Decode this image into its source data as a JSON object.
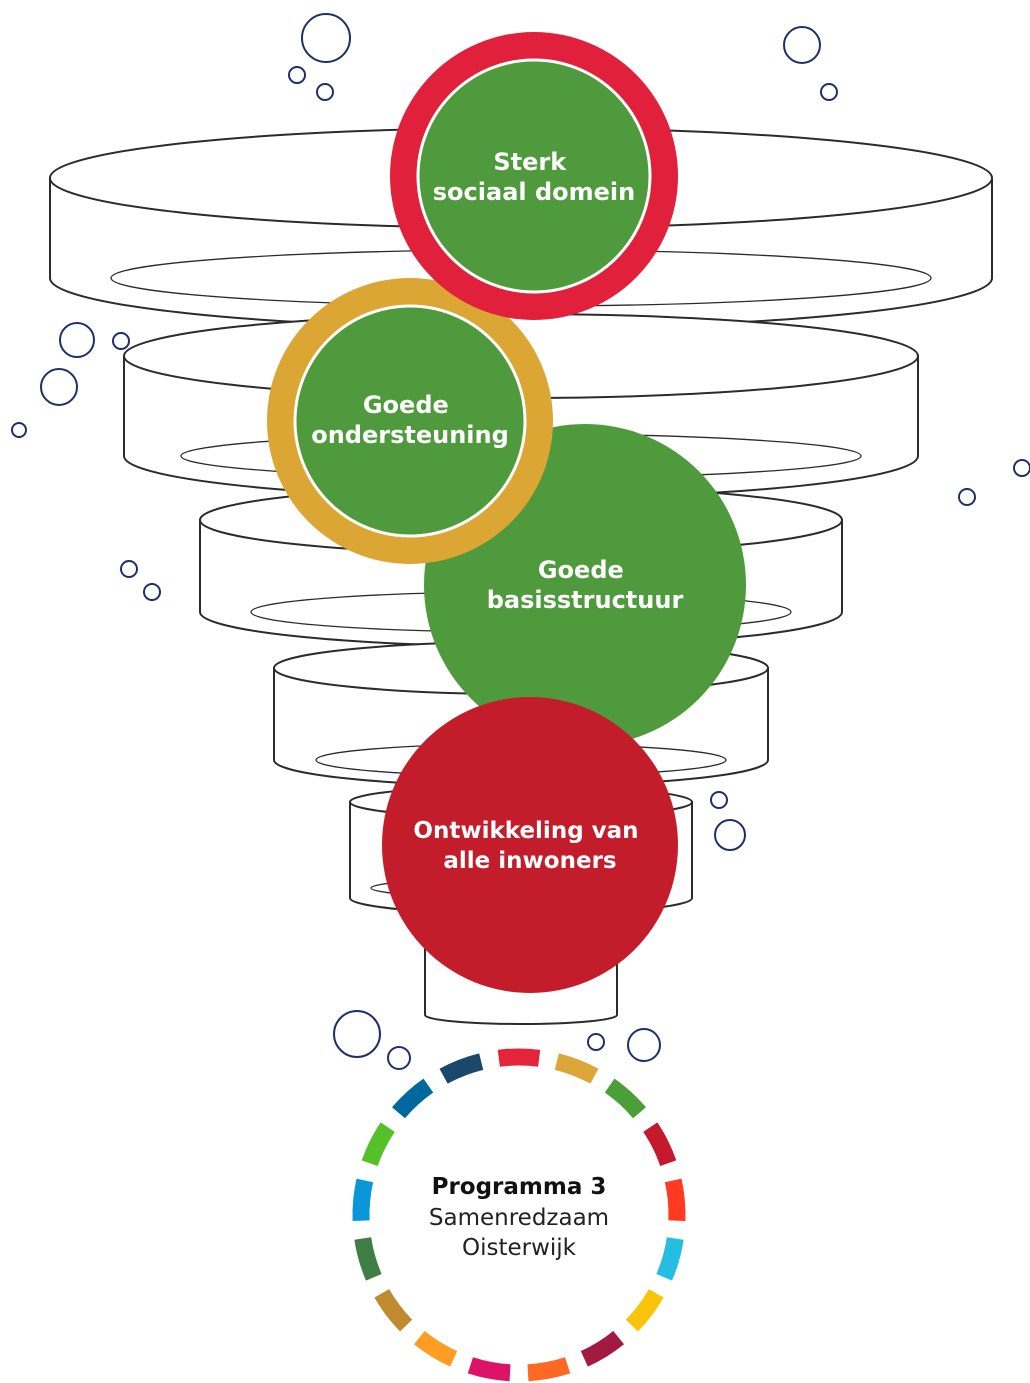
{
  "colors": {
    "funnel_stroke": "#2b2b2b",
    "bubble_stroke": "#1e2f6b",
    "green": "#4f9a3c",
    "red_ring": "#e1203b",
    "gold_ring": "#dca634",
    "dark_red": "#c31d2b"
  },
  "circles": [
    {
      "id": "sterk",
      "lines": [
        "Sterk",
        "sociaal domein"
      ],
      "fill": "#4f9a3c",
      "ring": "#e1203b"
    },
    {
      "id": "ondersteuning",
      "lines": [
        "Goede",
        "ondersteuning"
      ],
      "fill": "#4f9a3c",
      "ring": "#dca634"
    },
    {
      "id": "basisstructuur",
      "lines": [
        "Goede",
        "basisstructuur"
      ],
      "fill": "#4f9a3c",
      "ring": null
    },
    {
      "id": "ontwikkeling",
      "lines": [
        "Ontwikkeling van",
        "alle inwoners"
      ],
      "fill": "#c31d2b",
      "ring": null
    }
  ],
  "program": {
    "title": "Programma 3",
    "lines": [
      "Samenredzaam",
      "Oisterwijk"
    ]
  },
  "sdg_colors": [
    "#e5243b",
    "#dda63a",
    "#4c9f38",
    "#c5192d",
    "#ff3a21",
    "#26bde2",
    "#fcc30b",
    "#a21942",
    "#fd6925",
    "#dd1367",
    "#fd9d24",
    "#bf8b2e",
    "#3f7e44",
    "#0a97d9",
    "#56c02b",
    "#00689d",
    "#19486a"
  ]
}
